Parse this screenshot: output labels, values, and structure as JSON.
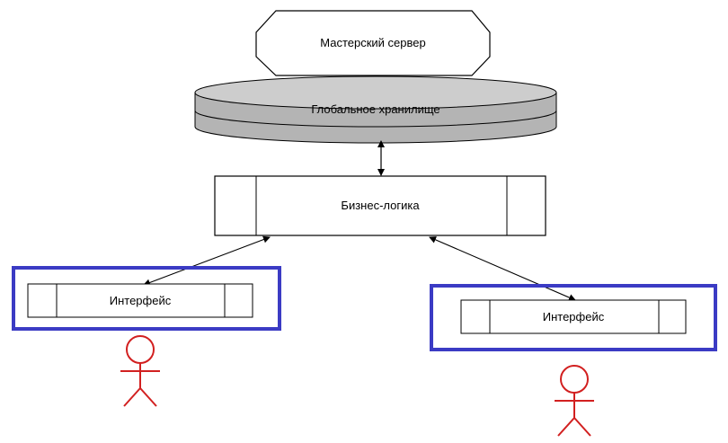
{
  "nodes": {
    "master_server": "Мастерский сервер",
    "global_storage": "Глобальное хранилище",
    "business_logic": "Бизнес-логика",
    "interface_left": "Интерфейс",
    "interface_right": "Интерфейс"
  },
  "colors": {
    "highlight_frame": "#3b3bc4",
    "actor": "#d22020",
    "storage_fill": "#b4b4b4",
    "line": "#000000"
  }
}
